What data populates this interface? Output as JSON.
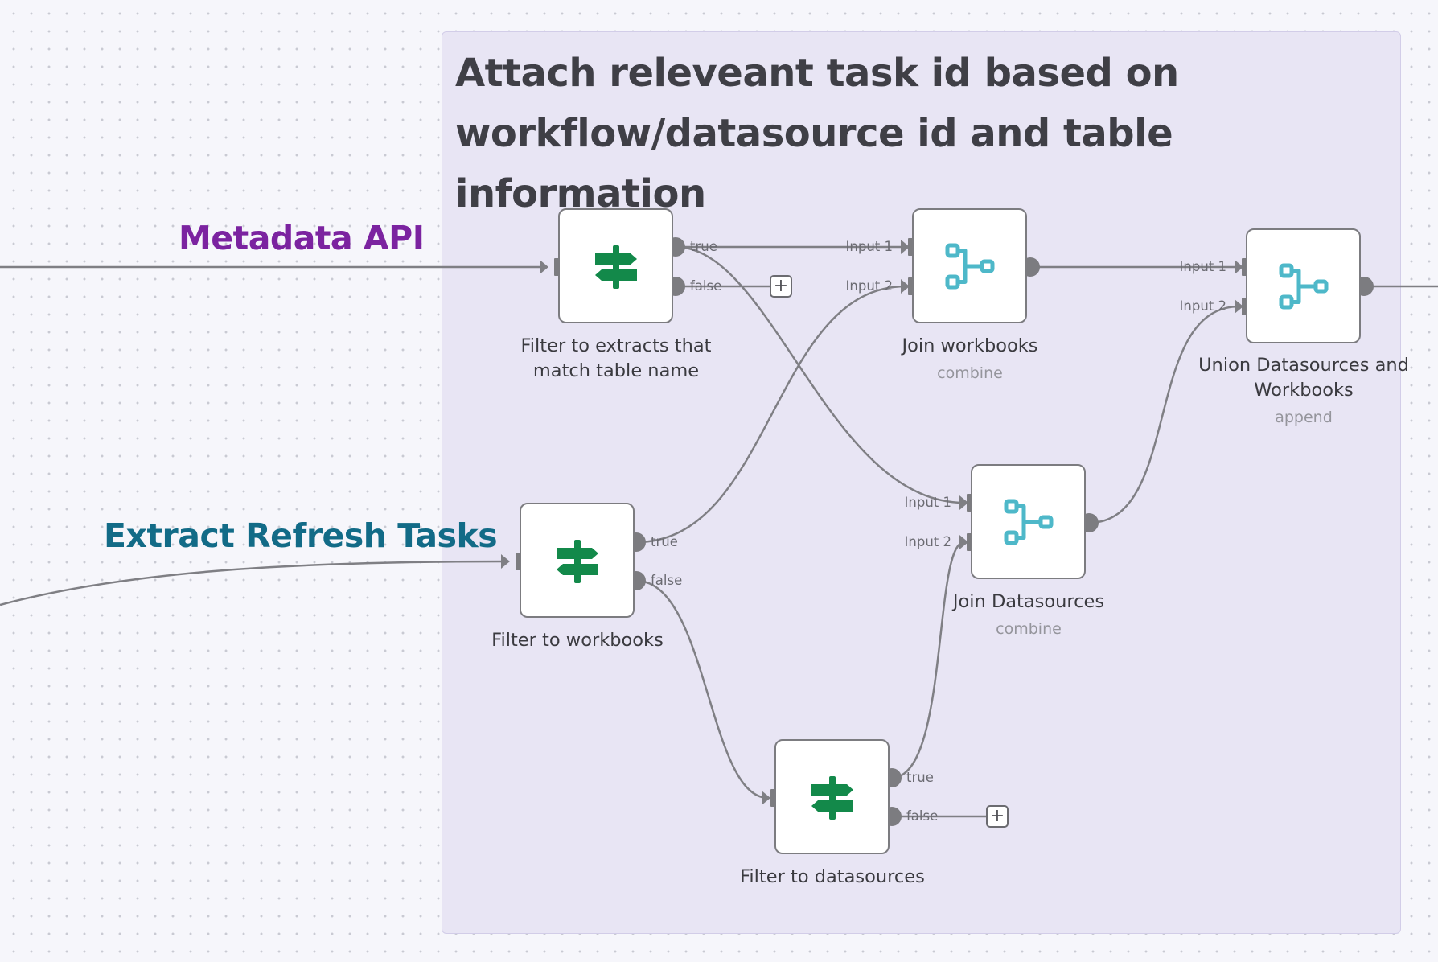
{
  "sticky": {
    "title": "Attach releveant task id based on workflow/datasource id and table information"
  },
  "external_labels": {
    "metadata_api": {
      "text": "Metadata API",
      "color": "#7b23a0"
    },
    "extract_refresh": {
      "text": "Extract Refresh Tasks",
      "color": "#126b87"
    }
  },
  "nodes": {
    "filter_extracts": {
      "name": "Filter to extracts that match table name",
      "icon": "signpost-icon",
      "outputs": {
        "true": "true",
        "false": "false"
      }
    },
    "filter_workbooks": {
      "name": "Filter to workbooks",
      "icon": "signpost-icon",
      "outputs": {
        "true": "true",
        "false": "false"
      }
    },
    "filter_datasources": {
      "name": "Filter to datasources",
      "icon": "signpost-icon",
      "outputs": {
        "true": "true",
        "false": "false"
      }
    },
    "join_workbooks": {
      "name": "Join workbooks",
      "subtitle": "combine",
      "icon": "merge-icon",
      "inputs": {
        "in1": "Input 1",
        "in2": "Input 2"
      }
    },
    "join_datasources": {
      "name": "Join Datasources",
      "subtitle": "combine",
      "icon": "merge-icon",
      "inputs": {
        "in1": "Input 1",
        "in2": "Input 2"
      }
    },
    "union": {
      "name": "Union Datasources and Workbooks",
      "subtitle": "append",
      "icon": "merge-icon",
      "inputs": {
        "in1": "Input 1",
        "in2": "Input 2"
      }
    }
  },
  "add_button": {
    "symbol": "+"
  },
  "colors": {
    "wire": "#7f7f84",
    "filter_icon": "#13894a",
    "merge_icon": "#4eb8c9",
    "sticky_bg": "#e8e5f4"
  }
}
